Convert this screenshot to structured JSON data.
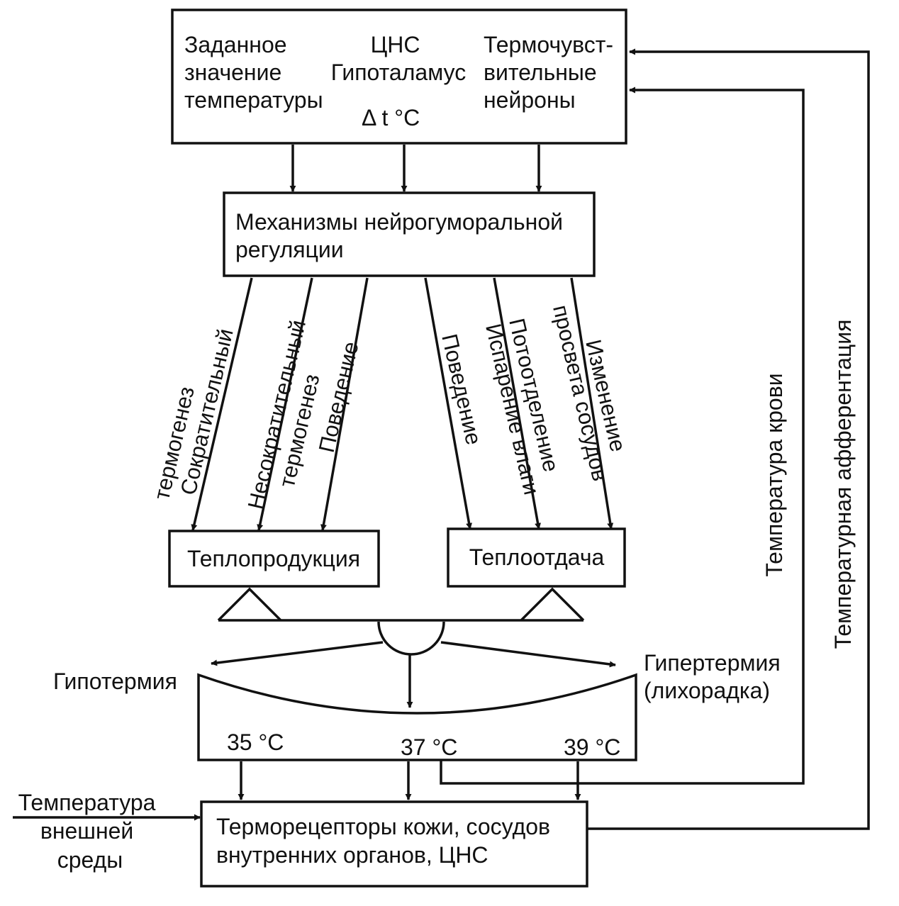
{
  "cns_box": {
    "setpoint_lines": [
      "Заданное",
      "значение",
      "температуры"
    ],
    "cns_lines": [
      "ЦНС",
      "Гипоталамус"
    ],
    "delta": "Δ t °C",
    "sensitive_lines": [
      "Термочувст-",
      "вительные",
      "нейроны"
    ]
  },
  "mechanisms_box": {
    "lines": [
      "Механизмы нейрогуморальной",
      "регуляции"
    ]
  },
  "production_paths": [
    {
      "lines": [
        "Сократительный",
        "термогенез"
      ]
    },
    {
      "lines": [
        "Несократительный",
        "термогенез"
      ]
    },
    {
      "lines": [
        "Поведение"
      ]
    }
  ],
  "loss_paths": [
    {
      "lines": [
        "Поведение"
      ]
    },
    {
      "lines": [
        "Потоотделение",
        "Испарение влаги"
      ]
    },
    {
      "lines": [
        "Изменение",
        "просвета сосудов"
      ]
    }
  ],
  "heat_production": "Теплопродукция",
  "heat_loss": "Теплоотдача",
  "hypothermia": "Гипотермия",
  "hyperthermia_lines": [
    "Гипертермия",
    "(лихорадка)"
  ],
  "scale": {
    "t35": "35 °C",
    "t37": "37 °C",
    "t39": "39 °C"
  },
  "receptors_box": {
    "lines": [
      "Терморецепторы кожи, сосудов",
      "внутренних органов, ЦНС"
    ]
  },
  "external_temp_lines": [
    "Температура",
    "внешней",
    "среды"
  ],
  "blood_temp": "Температура крови",
  "temp_afferentation": "Температурная афферентация"
}
